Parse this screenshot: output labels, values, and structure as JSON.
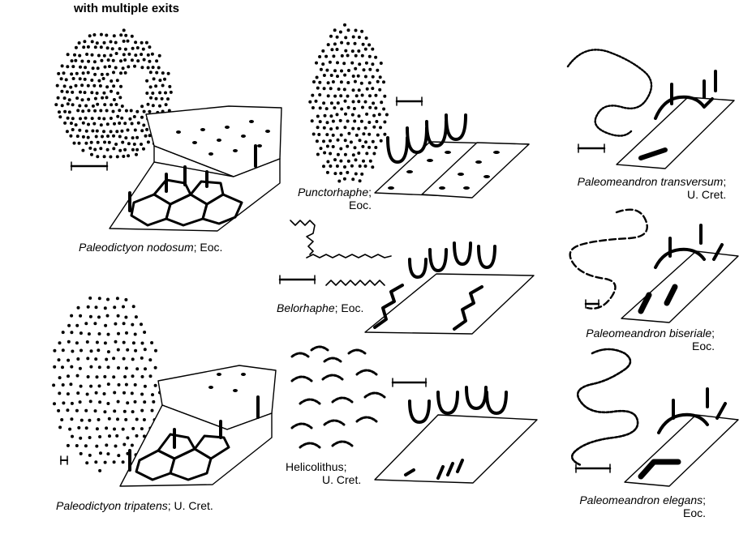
{
  "heading": "with multiple exits",
  "captions": {
    "nodosum": {
      "genus": "Paleodictyon nodosum",
      "age": "; Eoc."
    },
    "tripatens": {
      "genus": "Paleodictyon tripatens",
      "age": "; U. Cret."
    },
    "punctor": {
      "genus": "Punctorhaphe",
      "sep": ";",
      "age": "Eoc."
    },
    "belor": {
      "genus": "Belorhaphe",
      "age": "; Eoc."
    },
    "helico": {
      "genus": "Helicolithus;",
      "age": "U. Cret."
    },
    "transversum": {
      "genus": "Paleomeandron transversum",
      "sep": ";",
      "age": "U. Cret."
    },
    "biseriale": {
      "genus": "Paleomeandron biseriale",
      "sep": ";",
      "age": "Eoc."
    },
    "elegans": {
      "genus": "Paleomeandron elegans",
      "sep": ";",
      "age": "Eoc."
    }
  },
  "colors": {
    "ink": "#000000",
    "paper": "#ffffff"
  }
}
